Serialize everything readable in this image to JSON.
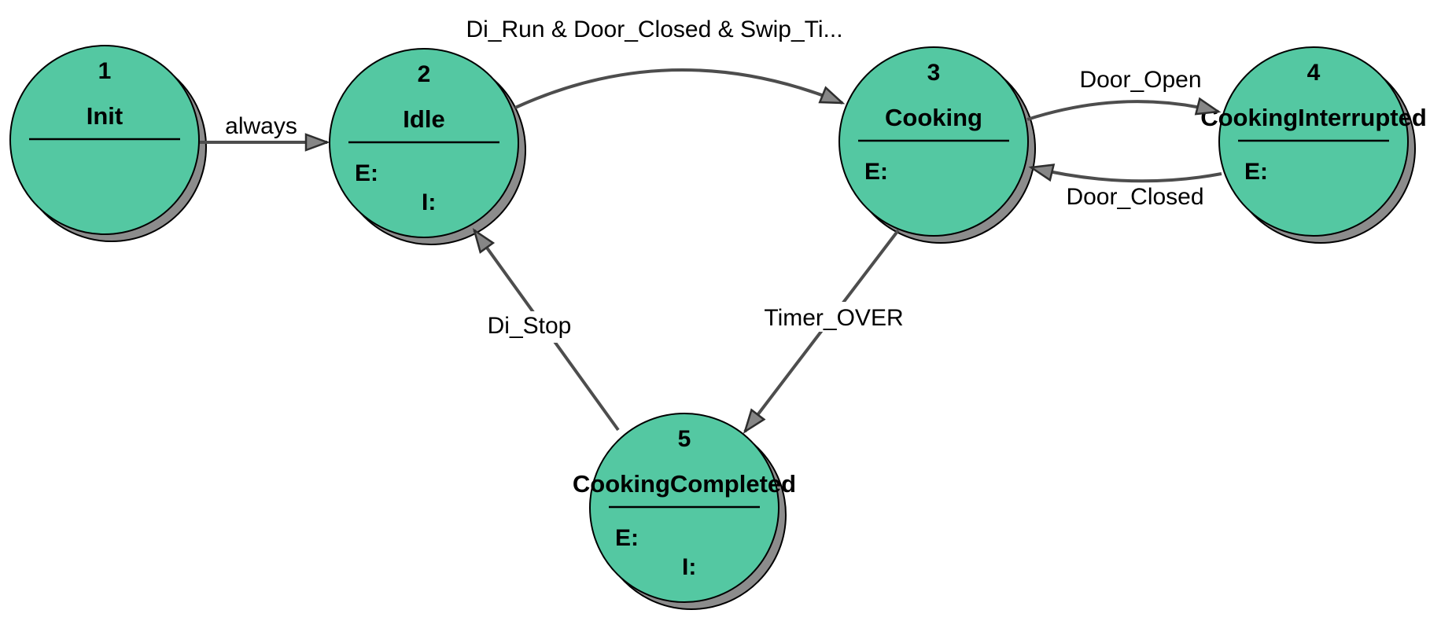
{
  "diagram": {
    "type": "state-machine",
    "colors": {
      "state_fill": "#54C8A2",
      "state_border": "#000000",
      "state_shadow": "#8C8C8C",
      "arrow_line": "#4D4D4D",
      "arrowhead_fill": "#868686",
      "label_text": "#000000",
      "canvas_background": "#FFFFFF"
    },
    "states": [
      {
        "number": "1",
        "name": "Init"
      },
      {
        "number": "2",
        "name": "Idle",
        "entry_label": "E:",
        "during_label": "I:"
      },
      {
        "number": "3",
        "name": "Cooking",
        "entry_label": "E:"
      },
      {
        "number": "4",
        "name": "CookingInterrupted",
        "entry_label": "E:"
      },
      {
        "number": "5",
        "name": "CookingCompleted",
        "entry_label": "E:",
        "during_label": "I:"
      }
    ],
    "transitions": [
      {
        "label": "always",
        "from": "Init",
        "to": "Idle"
      },
      {
        "label": "Di_Run & Door_Closed & Swip_Ti...",
        "from": "Idle",
        "to": "Cooking"
      },
      {
        "label": "Door_Open",
        "from": "Cooking",
        "to": "CookingInterrupted"
      },
      {
        "label": "Door_Closed",
        "from": "CookingInterrupted",
        "to": "Cooking"
      },
      {
        "label": "Timer_OVER",
        "from": "Cooking",
        "to": "CookingCompleted"
      },
      {
        "label": "Di_Stop",
        "from": "CookingCompleted",
        "to": "Idle"
      }
    ]
  }
}
